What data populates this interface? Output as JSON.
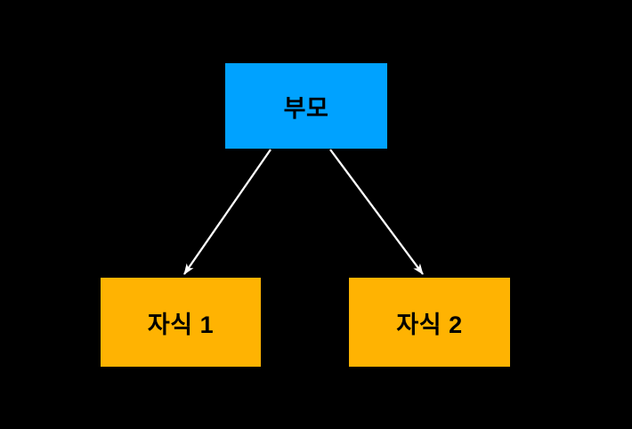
{
  "colors": {
    "background": "#000000",
    "parent_fill": "#00A2FF",
    "child_fill": "#FFB302",
    "node_text": "#000000",
    "edge_color": "#FFFFFF"
  },
  "diagram": {
    "type": "tree",
    "nodes": [
      {
        "id": "parent",
        "label": "부모",
        "fill": "#00A2FF",
        "text_color": "#000000"
      },
      {
        "id": "child1",
        "label": "자식 1",
        "fill": "#FFB302",
        "text_color": "#000000"
      },
      {
        "id": "child2",
        "label": "자식 2",
        "fill": "#FFB302",
        "text_color": "#000000"
      }
    ],
    "edges": [
      {
        "from": "parent",
        "to": "child1",
        "style": "arrow",
        "color": "#FFFFFF"
      },
      {
        "from": "parent",
        "to": "child2",
        "style": "arrow",
        "color": "#FFFFFF"
      }
    ]
  }
}
